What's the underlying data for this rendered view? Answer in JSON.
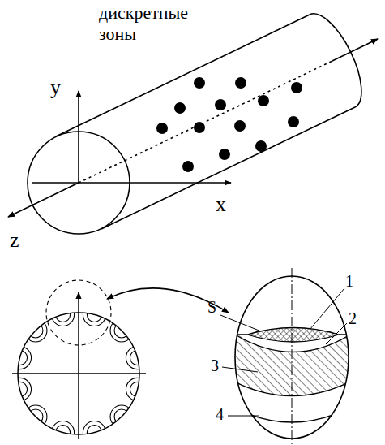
{
  "diagram": {
    "labels": [
      "дискретные зоны",
      "y",
      "x",
      "z",
      "S",
      "1",
      "2",
      "3",
      "4"
    ]
  }
}
